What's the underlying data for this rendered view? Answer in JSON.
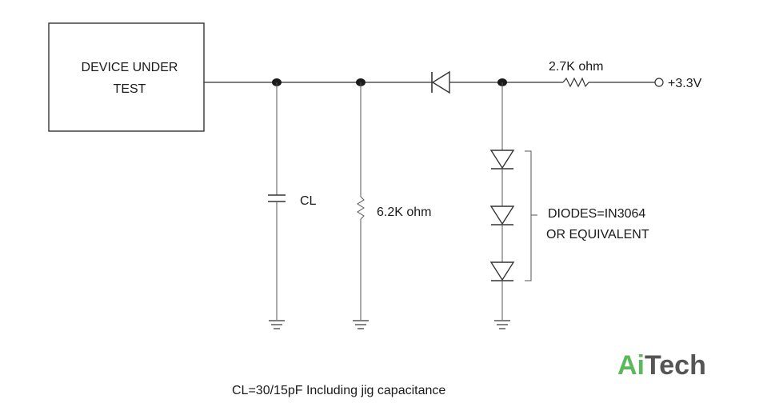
{
  "device": {
    "line1": "DEVICE UNDER",
    "line2": "TEST"
  },
  "components": {
    "cap_label": "CL",
    "r_load_label": "6.2K ohm",
    "r_pull_label": "2.7K ohm",
    "supply_label": "+3.3V",
    "diodes_line1": "DIODES=IN3064",
    "diodes_line2": "OR EQUIVALENT"
  },
  "footnote": "CL=30/15pF Including jig capacitance",
  "logo": {
    "part1": "Ai",
    "part2": "Tech",
    "color1": "#5cb85c",
    "color2": "#555555"
  }
}
